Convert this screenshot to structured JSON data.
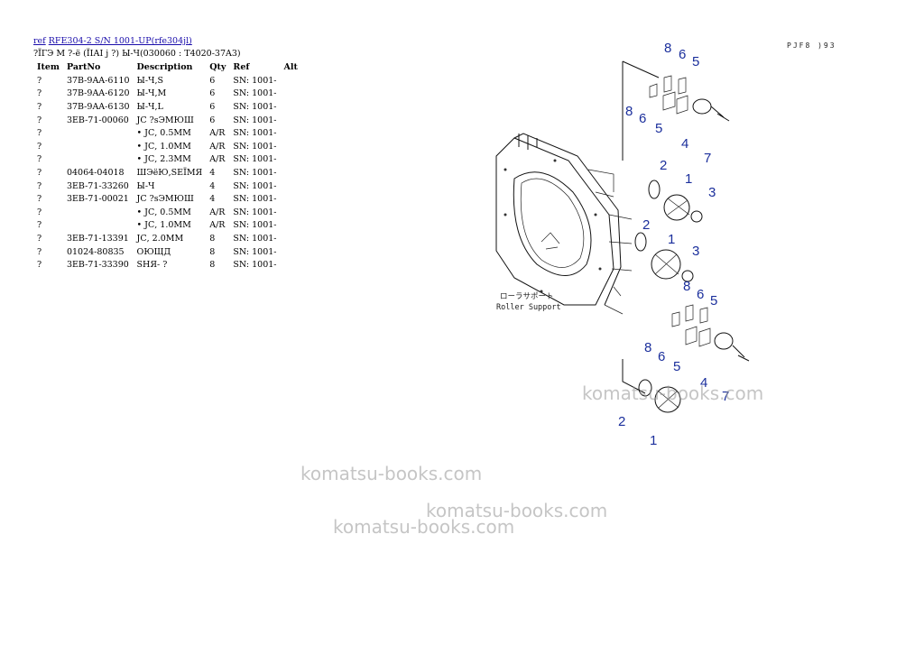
{
  "header": {
    "ref_link": "ref",
    "model_link": "RFE304-2 S/N 1001-UP(rfe304jl)",
    "subtitle": "?ЇГЭ М ?-ё (ЇІАІ ј ?) Ы-Ч(030060 : T4020-37A3)"
  },
  "table": {
    "headers": [
      "Item",
      "PartNo",
      "Description",
      "Qty",
      "Ref",
      "Alt"
    ],
    "rows": [
      {
        "item": "?",
        "part": "37B-9AA-6110",
        "desc": "Ы-Ч,S",
        "qty": "6",
        "ref": "SN: 1001-"
      },
      {
        "item": "?",
        "part": "37B-9AA-6120",
        "desc": "Ы-Ч,M",
        "qty": "6",
        "ref": "SN: 1001-"
      },
      {
        "item": "?",
        "part": "37B-9AA-6130",
        "desc": "Ы-Ч,L",
        "qty": "6",
        "ref": "SN: 1001-"
      },
      {
        "item": "?",
        "part": "3EB-71-00060",
        "desc": "ЈС ?sЭМЮШ",
        "qty": "6",
        "ref": "SN: 1001-"
      },
      {
        "item": "?",
        "part": "",
        "desc": "• ЈС, 0.5MM",
        "qty": "A/R",
        "ref": "SN: 1001-"
      },
      {
        "item": "?",
        "part": "",
        "desc": "• ЈС, 1.0MM",
        "qty": "A/R",
        "ref": "SN: 1001-"
      },
      {
        "item": "?",
        "part": "",
        "desc": "• ЈС, 2.3MM",
        "qty": "A/R",
        "ref": "SN: 1001-"
      },
      {
        "item": "?",
        "part": "04064-04018",
        "desc": "ШЭёЮ,SЕЇМЯ",
        "qty": "4",
        "ref": "SN: 1001-"
      },
      {
        "item": "?",
        "part": "3EB-71-33260",
        "desc": "Ы-Ч",
        "qty": "4",
        "ref": "SN: 1001-"
      },
      {
        "item": "?",
        "part": "3EB-71-00021",
        "desc": "ЈС ?sЭМЮШ",
        "qty": "4",
        "ref": "SN: 1001-"
      },
      {
        "item": "?",
        "part": "",
        "desc": "• ЈС, 0.5MM",
        "qty": "A/R",
        "ref": "SN: 1001-"
      },
      {
        "item": "?",
        "part": "",
        "desc": "• ЈС, 1.0MM",
        "qty": "A/R",
        "ref": "SN: 1001-"
      },
      {
        "item": "?",
        "part": "3EB-71-13391",
        "desc": "ЈС, 2.0MM",
        "qty": "8",
        "ref": "SN: 1001-"
      },
      {
        "item": "?",
        "part": "01024-80835",
        "desc": "ОЮЩД",
        "qty": "8",
        "ref": "SN: 1001-"
      },
      {
        "item": "?",
        "part": "3EB-71-33390",
        "desc": "SHЯ- ?",
        "qty": "8",
        "ref": "SN: 1001-"
      }
    ]
  },
  "diagram": {
    "page_code": "PJF8 )93",
    "label_jp": "ローラサポート",
    "label_en": "Roller Support"
  },
  "watermarks": [
    "komatsu-books.com",
    "komatsu-books.com",
    "komatsu-books.com",
    "komatsu-books.com"
  ]
}
